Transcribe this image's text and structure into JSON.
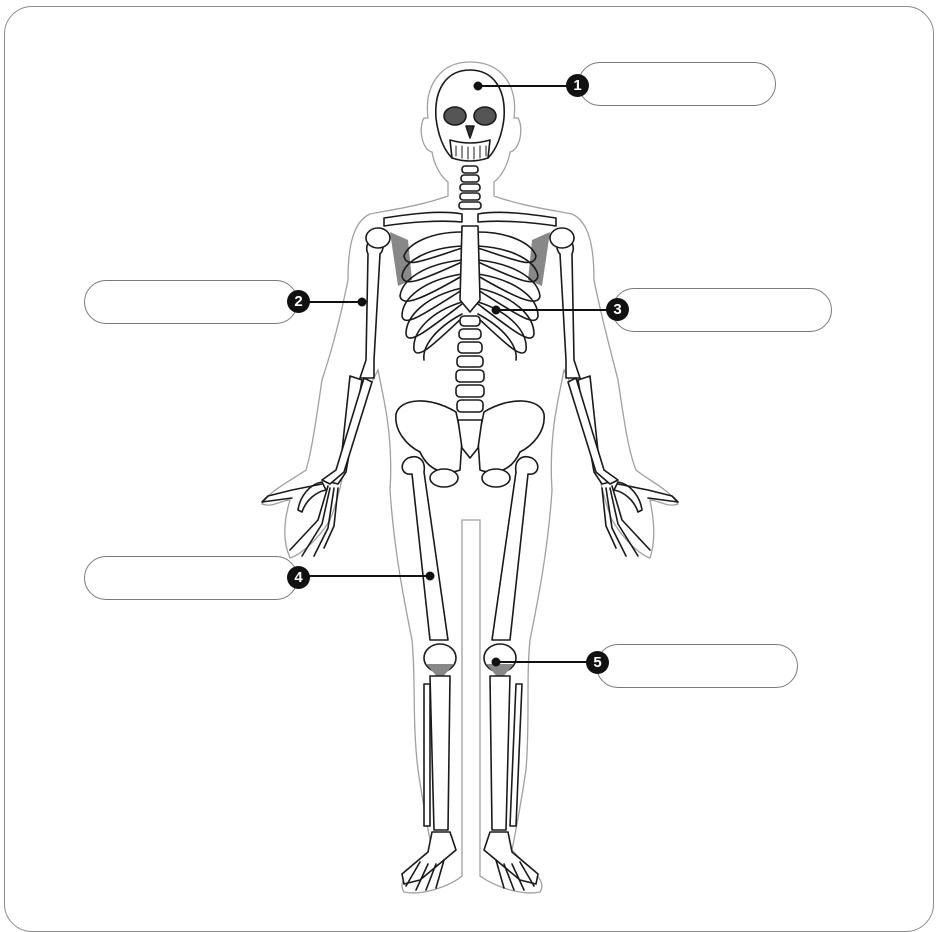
{
  "labels": [
    {
      "number": "1",
      "answer": ""
    },
    {
      "number": "2",
      "answer": ""
    },
    {
      "number": "3",
      "answer": ""
    },
    {
      "number": "4",
      "answer": ""
    },
    {
      "number": "5",
      "answer": ""
    }
  ],
  "colors": {
    "bone": "#ffffff",
    "outline": "#1a1a1a",
    "shade": "#8a8a8a",
    "body_outline": "#9a9a9a"
  }
}
